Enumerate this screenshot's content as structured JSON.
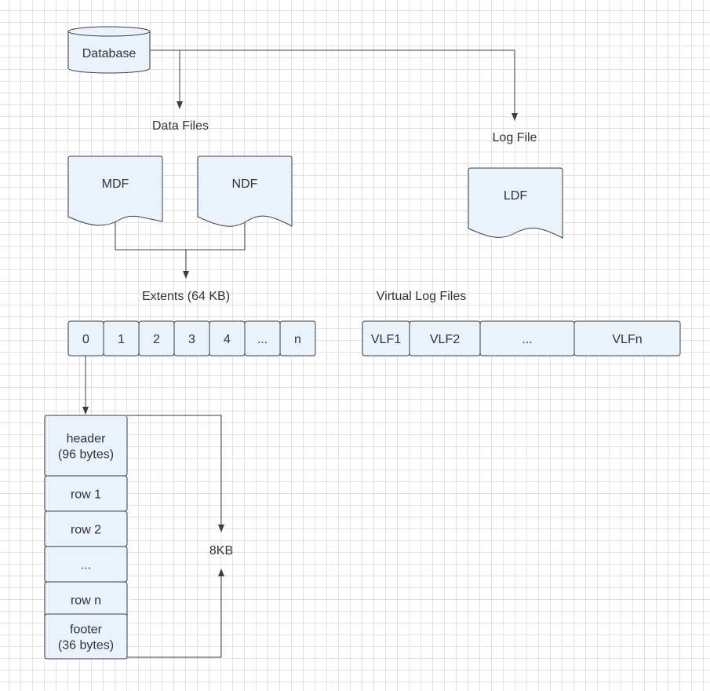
{
  "database": {
    "label": "Database"
  },
  "data_files": {
    "label": "Data Files",
    "files": [
      {
        "label": "MDF"
      },
      {
        "label": "NDF"
      }
    ]
  },
  "log_file": {
    "label": "Log File",
    "file": {
      "label": "LDF"
    }
  },
  "extents": {
    "label": "Extents (64 KB)",
    "cells": [
      "0",
      "1",
      "2",
      "3",
      "4",
      "...",
      "n"
    ]
  },
  "vlf": {
    "label": "Virtual Log Files",
    "cells": [
      "VLF1",
      "VLF2",
      "...",
      "VLFn"
    ]
  },
  "page": {
    "header_lines": [
      "header",
      "(96 bytes)"
    ],
    "rows": [
      "row 1",
      "row 2",
      "...",
      "row n"
    ],
    "footer_lines": [
      "footer",
      "(36 bytes)"
    ],
    "size_label": "8KB"
  },
  "colors": {
    "fill": "#eaf2fc",
    "stroke": "#3a3f47",
    "grid": "#e2e2e2"
  }
}
